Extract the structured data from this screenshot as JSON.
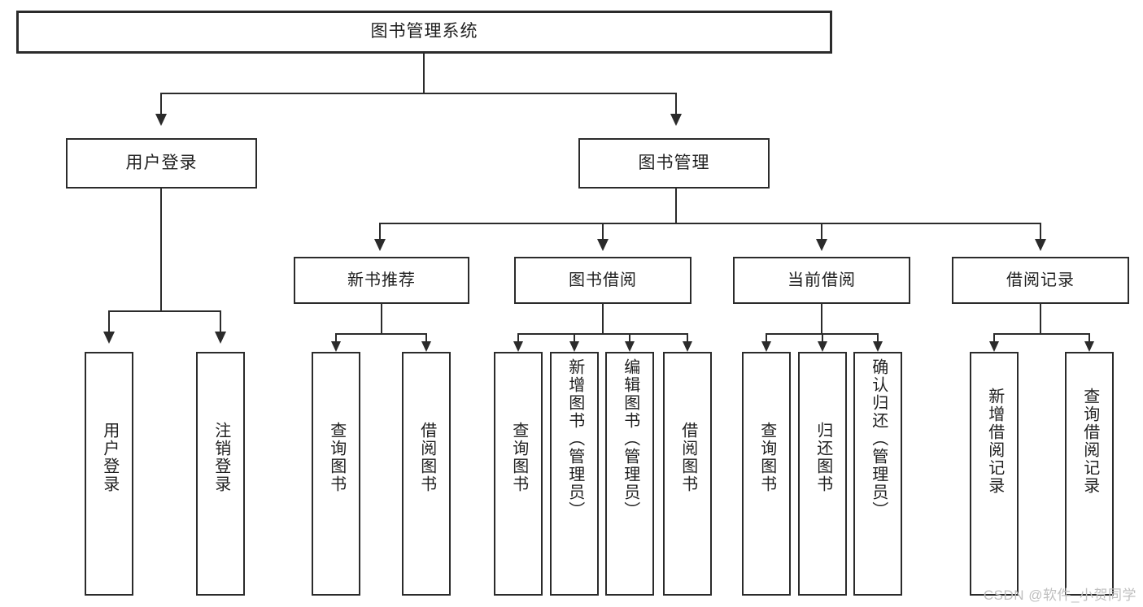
{
  "diagram": {
    "title": "图书管理系统",
    "type": "tree-hierarchy",
    "root": {
      "label": "图书管理系统"
    },
    "level2": [
      {
        "label": "用户登录"
      },
      {
        "label": "图书管理"
      }
    ],
    "level3": [
      {
        "label": "新书推荐"
      },
      {
        "label": "图书借阅"
      },
      {
        "label": "当前借阅"
      },
      {
        "label": "借阅记录"
      }
    ],
    "leaves": {
      "user_login": [
        {
          "label": "用户登录"
        },
        {
          "label": "注销登录"
        }
      ],
      "new_book_recommend": [
        {
          "label": "查询图书"
        },
        {
          "label": "借阅图书"
        }
      ],
      "book_borrow": [
        {
          "label": "查询图书"
        },
        {
          "label": "新增图书（管理员）"
        },
        {
          "label": "编辑图书（管理员）"
        },
        {
          "label": "借阅图书"
        }
      ],
      "current_borrow": [
        {
          "label": "查询图书"
        },
        {
          "label": "归还图书"
        },
        {
          "label": "确认归还（管理员）"
        }
      ],
      "borrow_record": [
        {
          "label": "新增借阅记录"
        },
        {
          "label": "查询借阅记录"
        }
      ]
    }
  },
  "watermark": {
    "text": "CSDN @软件_小贺同学"
  },
  "colors": {
    "stroke": "#2b2b2b",
    "text": "#1f1f1f",
    "background": "#ffffff",
    "watermark": "#bfbfbf"
  }
}
